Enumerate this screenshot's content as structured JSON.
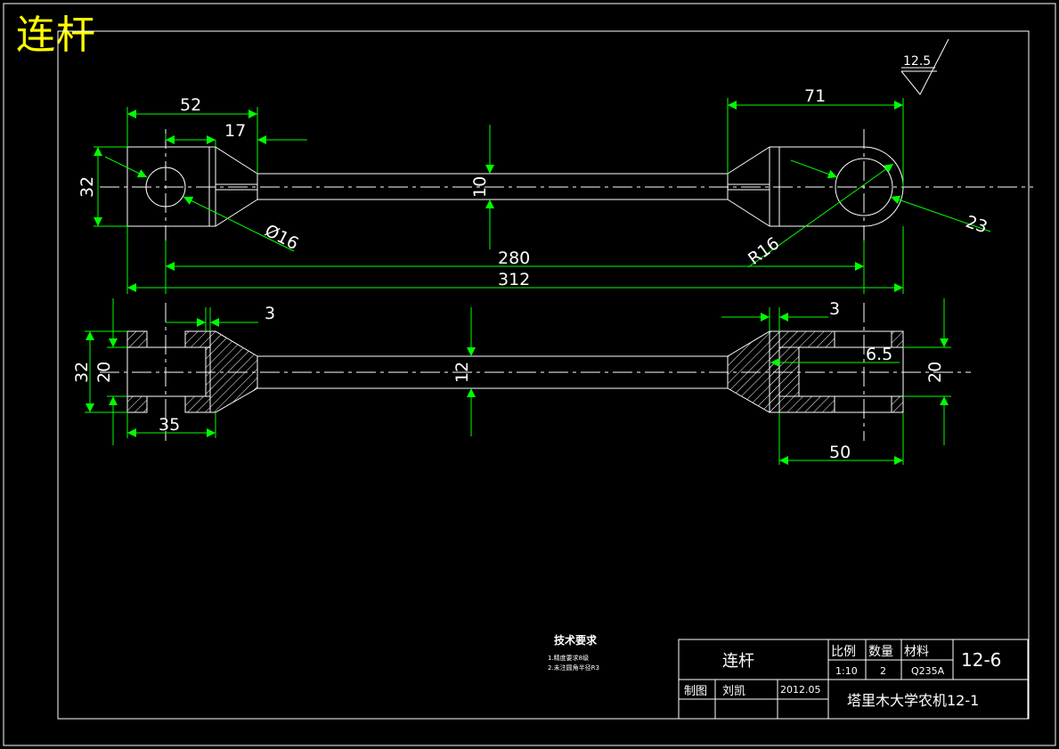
{
  "drawing_title": "连杆",
  "roughness": "12.5",
  "dimensions": {
    "top_view": {
      "d52": "52",
      "d17": "17",
      "d71": "71",
      "d32": "32",
      "d10": "10",
      "d16": "Ø16",
      "r16": "R16",
      "d23": "23",
      "d280": "280",
      "d312": "312"
    },
    "side_view": {
      "d3_left": "3",
      "d3_right": "3",
      "d32": "32",
      "d20_left": "20",
      "d12": "12",
      "d35": "35",
      "d6_5": "6.5",
      "d20_right": "20",
      "d50": "50"
    }
  },
  "notes": {
    "heading": "技术要求",
    "items": [
      "1.精度要求8级",
      "2.未注圆角半径R3"
    ]
  },
  "title_block": {
    "part_name": "连杆",
    "scale_label": "比例",
    "qty_label": "数量",
    "material_label": "材料",
    "scale": "1:10",
    "qty": "2",
    "material": "Q235A",
    "drawing_no": "12-6",
    "drawn_label": "制图",
    "drawer": "刘凯",
    "date": "2012.05",
    "org": "塔里木大学农机12-1"
  },
  "colors": {
    "background": "#000000",
    "outline": "#ffffff",
    "dimension": "#00ff00",
    "title": "#ffff00"
  }
}
